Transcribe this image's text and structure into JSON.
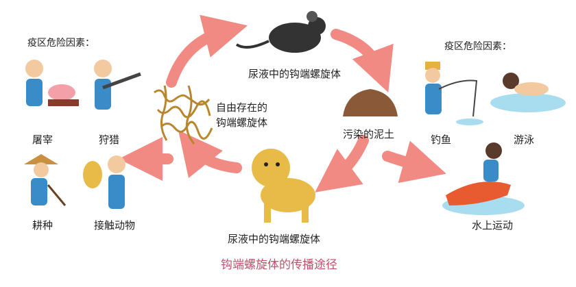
{
  "left_panel": {
    "heading": "疫区危险因素：",
    "items": [
      "屠宰",
      "狩猎",
      "耕种",
      "接触动物"
    ]
  },
  "right_panel": {
    "heading": "疫区危险因素：",
    "items": [
      "钓鱼",
      "游泳",
      "水上运动"
    ]
  },
  "cycle": {
    "mouse_label": "尿液中的钩端螺旋体",
    "free_label_line1": "自由存在的",
    "free_label_line2": "钩端螺旋体",
    "soil_label": "污染的泥土",
    "dog_label": "尿液中的钩端螺旋体"
  },
  "title": "钩端螺旋体的传播途径",
  "colors": {
    "arrow": "#f08a82",
    "title": "#c0506a",
    "shirt": "#3a8cc8",
    "dog": "#e8bb48",
    "soil": "#8a5a38"
  }
}
